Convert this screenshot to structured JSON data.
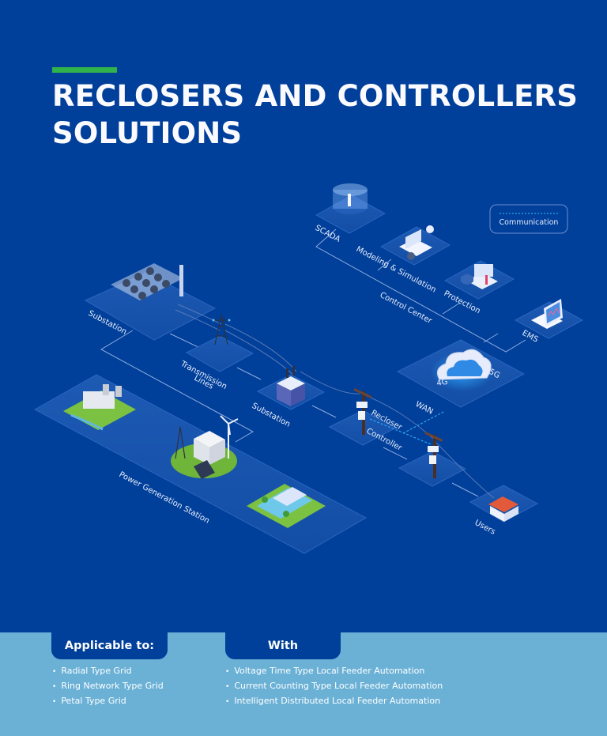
{
  "header": {
    "title_line1": "RECLOSERS AND CONTROLLERS",
    "title_line2": "SOLUTIONS",
    "accent_color": "#2fb34a"
  },
  "colors": {
    "background": "#003f9a",
    "platform": "#1553ac",
    "platform_edge": "#2a66bf",
    "bottom_panel": "#6bb1d6",
    "connector": "#9fb8e6",
    "communication": "#2aa7ee"
  },
  "legend": {
    "label": "Communication"
  },
  "diagram": {
    "labels": {
      "scada": "SCADA",
      "modeling": "Modeling & Simulation",
      "control_center": "Control Center",
      "protection": "Protection",
      "ems": "EMS",
      "substation_top": "Substation",
      "transmission_1": "Transmission",
      "transmission_2": "Lines",
      "substation_mid": "Substation",
      "wan": "WAN",
      "g4": "4G",
      "g5": "5G",
      "recloser": "Recloser",
      "controller": "Controller",
      "power_gen": "Power Generation Station",
      "users": "Users"
    }
  },
  "bottom": {
    "applicable": {
      "heading": "Applicable to:",
      "items": [
        "Radial Type Grid",
        "Ring Network Type Grid",
        "Petal Type Grid"
      ]
    },
    "with": {
      "heading": "With",
      "items": [
        "Voltage Time Type Local Feeder Automation",
        "Current Counting Type Local Feeder Automation",
        "Intelligent Distributed Local Feeder Automation"
      ]
    }
  }
}
